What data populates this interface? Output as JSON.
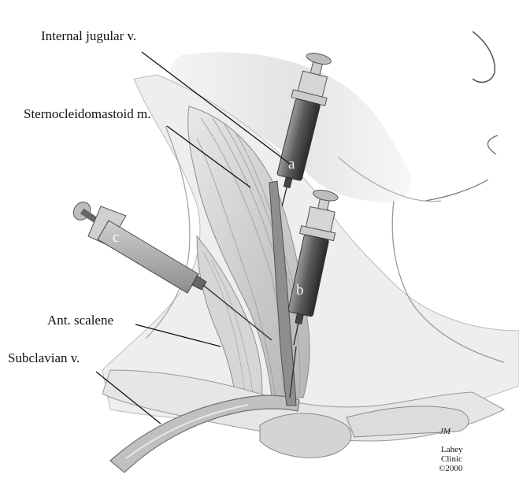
{
  "labels": {
    "internal_jugular": "Internal jugular v.",
    "sternocleidomastoid": "Sternocleidomastoid m.",
    "ant_scalene": "Ant. scalene",
    "subclavian": "Subclavian v."
  },
  "syringes": {
    "a": "a",
    "b": "b",
    "c": "c"
  },
  "credit": {
    "initials": "JM",
    "line1": "Lahey",
    "line2": "Clinic",
    "line3": "©2000"
  },
  "colors": {
    "skin_shade": "#d9d9d9",
    "muscle_shade": "#c4c4c4",
    "syringe_dark": "#3a3a3a",
    "label_line": "#111111"
  }
}
